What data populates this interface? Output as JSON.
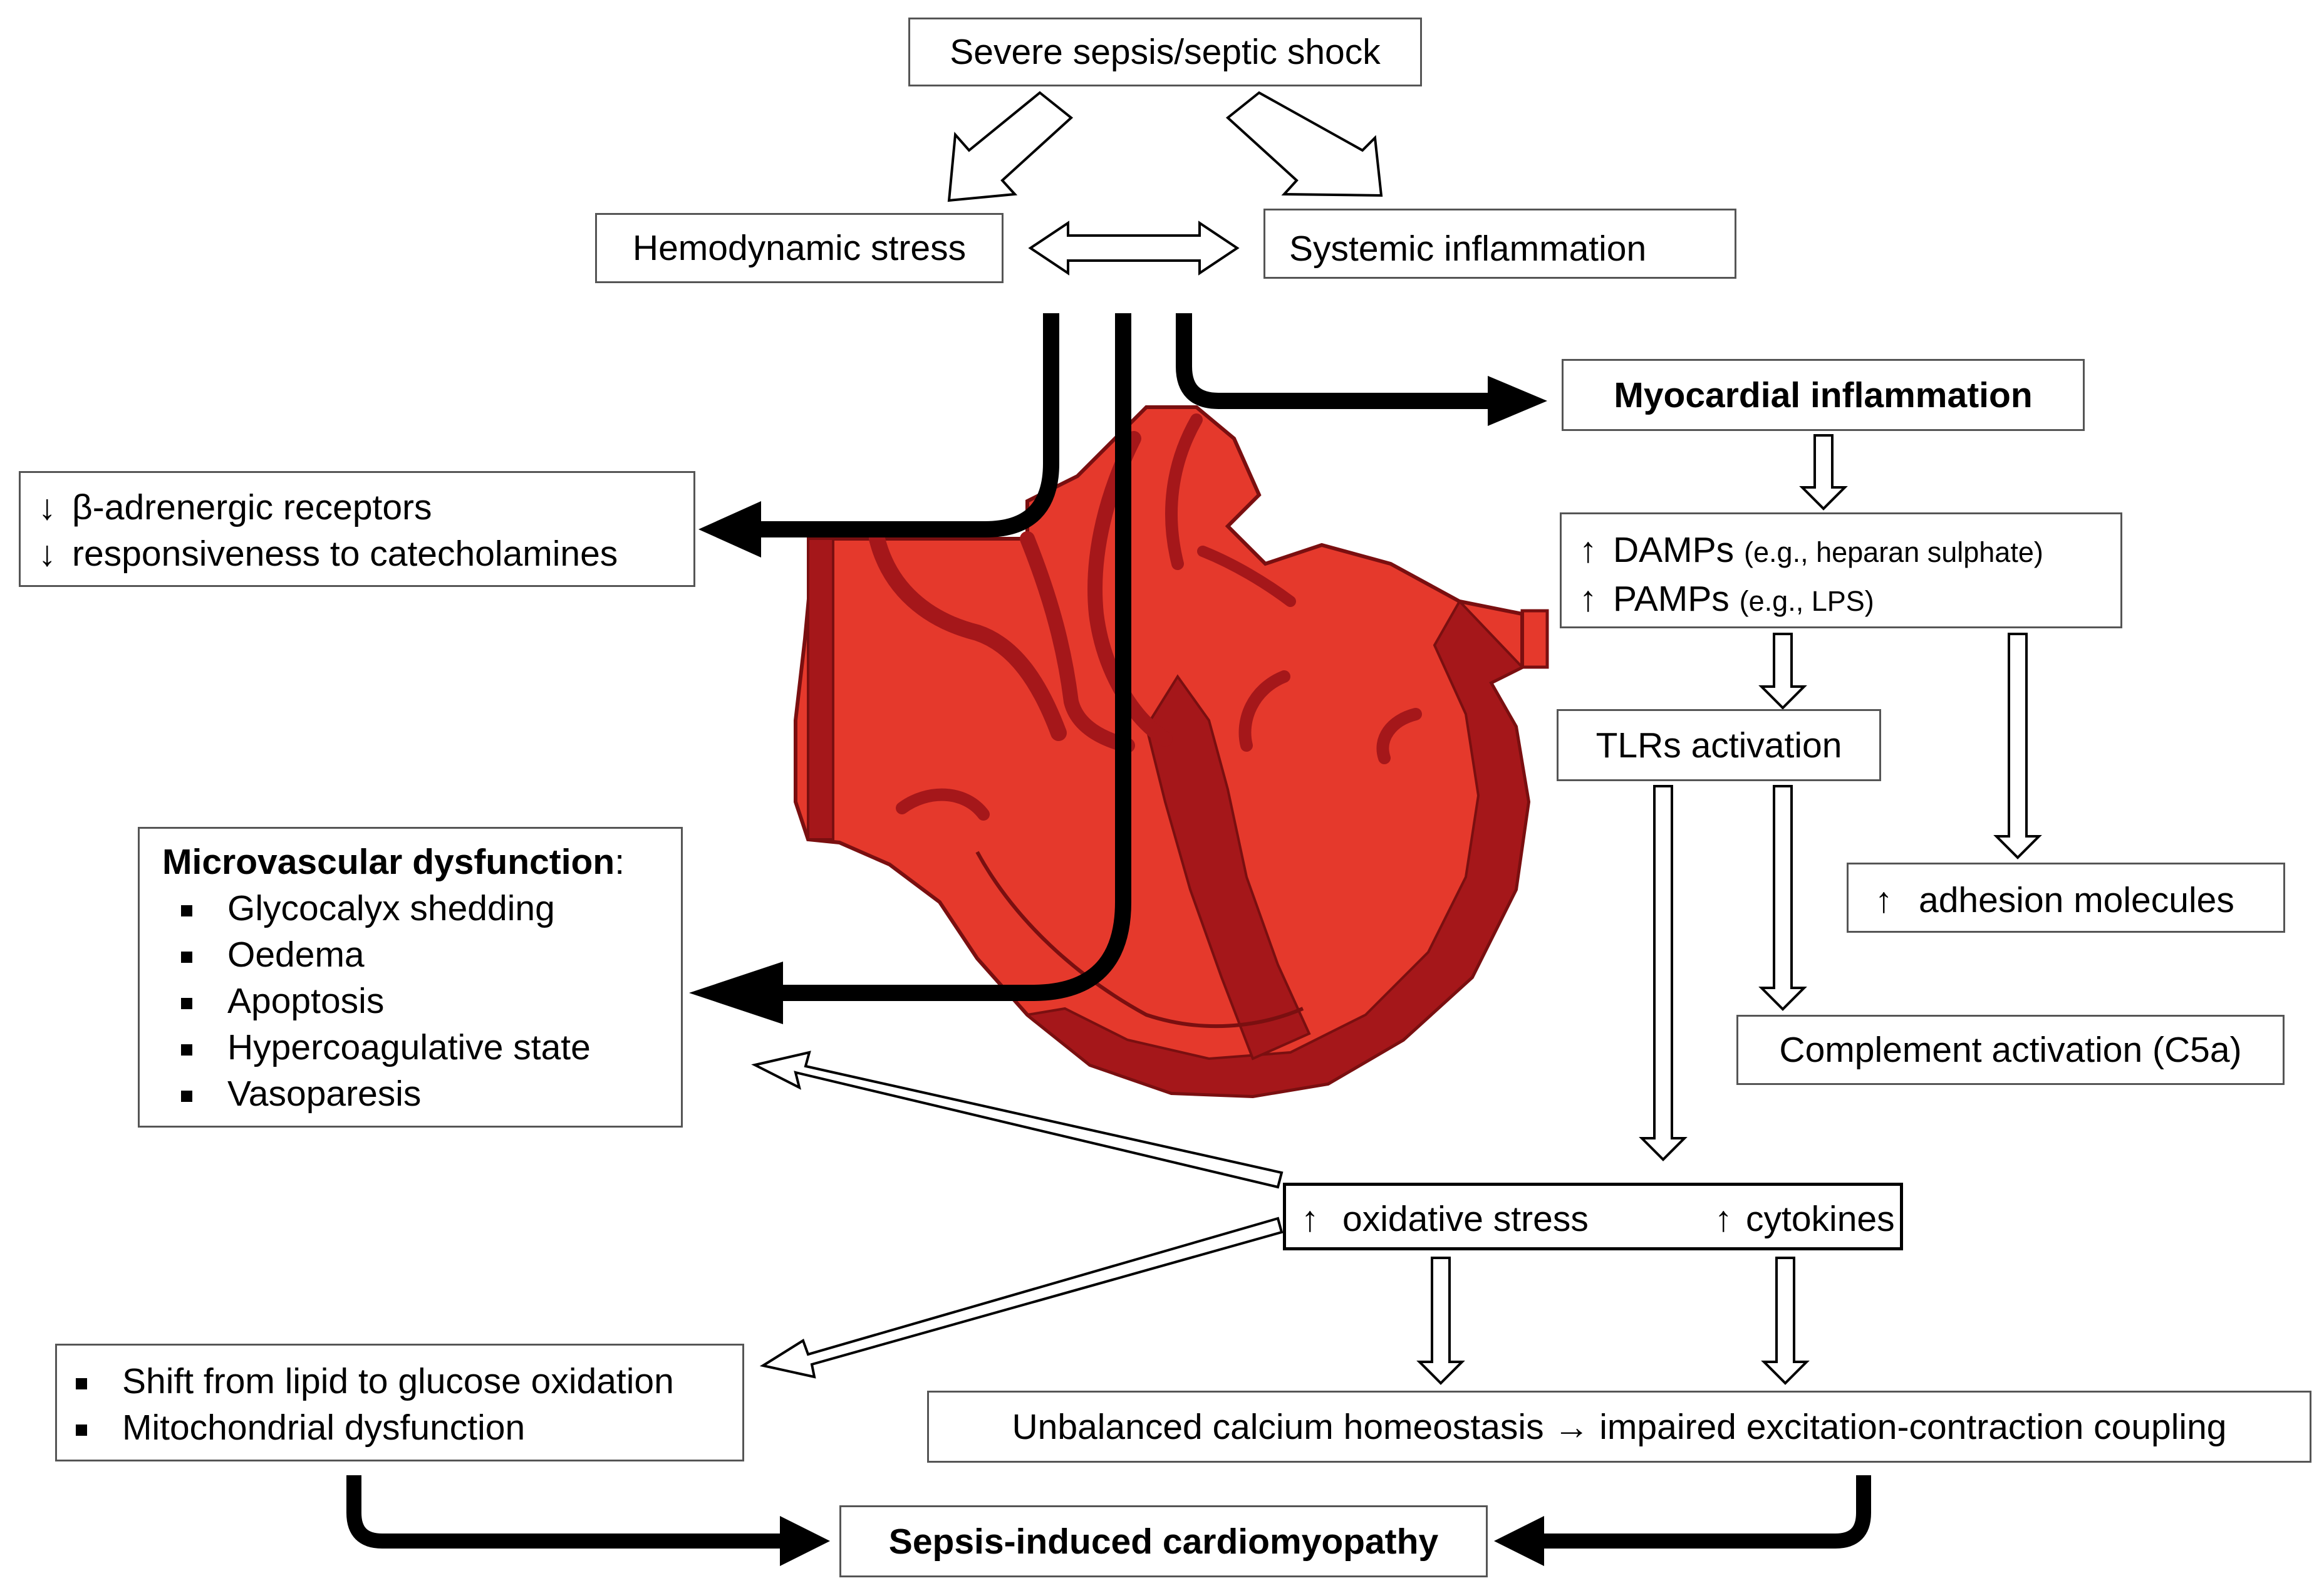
{
  "top": {
    "label": "Severe sepsis/septic shock"
  },
  "hemodynamic": {
    "label": "Hemodynamic stress"
  },
  "systemic": {
    "label": "Systemic inflammation"
  },
  "myocardial": {
    "label": "Myocardial inflammation"
  },
  "adrenergic": {
    "arrow": "↓",
    "lines": [
      "β-adrenergic receptors",
      "responsiveness to catecholamines"
    ]
  },
  "damps": {
    "arrow": "↑",
    "line1_main": "DAMPs",
    "line1_note": "(e.g., heparan sulphate)",
    "line2_main": "PAMPs",
    "line2_note": "(e.g., LPS)"
  },
  "tlrs": {
    "label": "TLRs activation"
  },
  "adhesion": {
    "arrow": "↑",
    "label": "adhesion molecules"
  },
  "complement": {
    "label": "Complement activation (C5a)"
  },
  "microvascular": {
    "title": "Microvascular dysfunction",
    "colon": ":",
    "items": [
      "Glycocalyx shedding",
      "Oedema",
      "Apoptosis",
      "Hypercoagulative state",
      "Vasoparesis"
    ]
  },
  "oxidative": {
    "arrow": "↑",
    "left": "oxidative stress",
    "right": "cytokines"
  },
  "metabolic": {
    "items": [
      "Shift from lipid to glucose oxidation",
      "Mitochondrial dysfunction"
    ]
  },
  "calcium": {
    "label": "Unbalanced calcium homeostasis → impaired excitation-contraction coupling"
  },
  "outcome": {
    "label": "Sepsis-induced cardiomyopathy"
  },
  "colors": {
    "heart_light": "#e5392c",
    "heart_dark": "#a5171a",
    "heart_outline": "#7a0f10",
    "arrow_fill": "#000000",
    "box_border": "#555555"
  }
}
